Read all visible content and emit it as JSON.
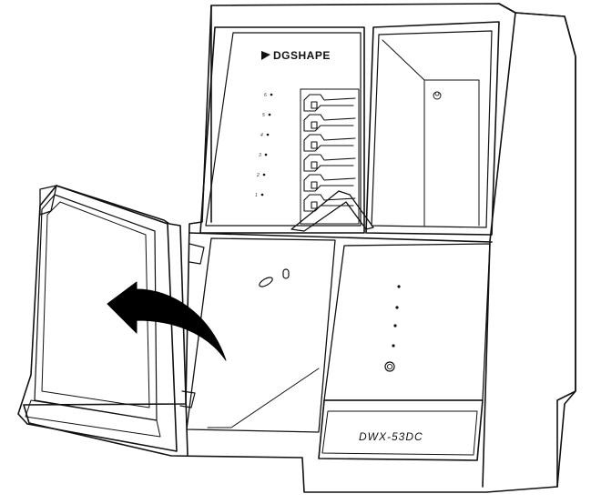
{
  "brand": {
    "name": "DGSHAPE",
    "logo_icon": "dgshape-logo-icon"
  },
  "model": {
    "name": "DWX-53DC"
  },
  "disc_changer": {
    "slot_labels": [
      "6",
      "5",
      "4",
      "3",
      "2",
      "1"
    ]
  },
  "status_panel": {
    "indicator_labels": [
      "",
      "",
      "",
      ""
    ],
    "button_icon": "power-button-icon"
  },
  "arrow": {
    "meaning": "open-front-door",
    "icon": "curved-arrow-left-icon"
  },
  "colors": {
    "line": "#111111",
    "background": "#ffffff",
    "arrow_fill": "#000000"
  }
}
